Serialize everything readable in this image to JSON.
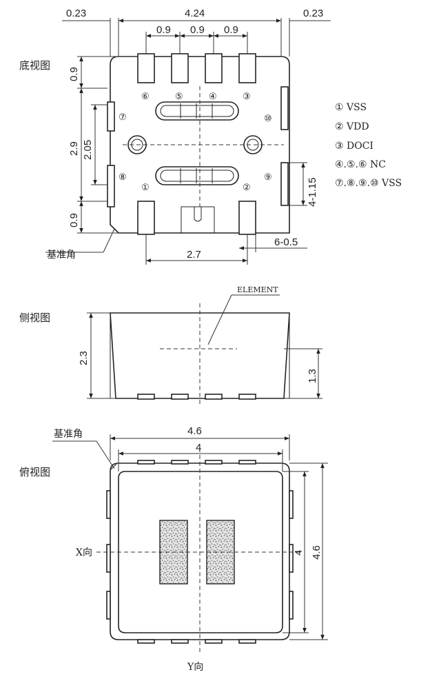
{
  "colors": {
    "ink": "#222222",
    "background": "#ffffff",
    "sensor_fill": "#d8d8d8"
  },
  "bottom_view": {
    "title": "底视图",
    "dims": {
      "left_gap": "0.23",
      "width": "4.24",
      "right_gap": "0.23",
      "pitch1": "0.9",
      "pitch2": "0.9",
      "pitch3": "0.9",
      "top_pad": "0.9",
      "height": "2.9",
      "inner": "2.05",
      "bottom_pad": "0.9",
      "right_pad": "4-1.15",
      "bottom_width": "2.7",
      "pad_width": "6-0.5"
    },
    "pin_labels": [
      "⑥",
      "⑤",
      "④",
      "③",
      "⑦",
      "⑩",
      "⑧",
      "⑨",
      "①",
      "②"
    ],
    "ref_corner": "基准角"
  },
  "legend": [
    "① VSS",
    "② VDD",
    "③ DOCI",
    "④.⑤.⑥ NC",
    "⑦.⑧.⑨.⑩ VSS"
  ],
  "side_view": {
    "title": "侧视图",
    "element_label": "ELEMENT",
    "height": "2.3",
    "element_height": "1.3"
  },
  "top_view": {
    "title": "俯视图",
    "ref_corner": "基准角",
    "outer_width": "4.6",
    "inner_width": "4",
    "inner_height": "4",
    "outer_height": "4.6",
    "x_axis": "X向",
    "y_axis": "Y向"
  }
}
